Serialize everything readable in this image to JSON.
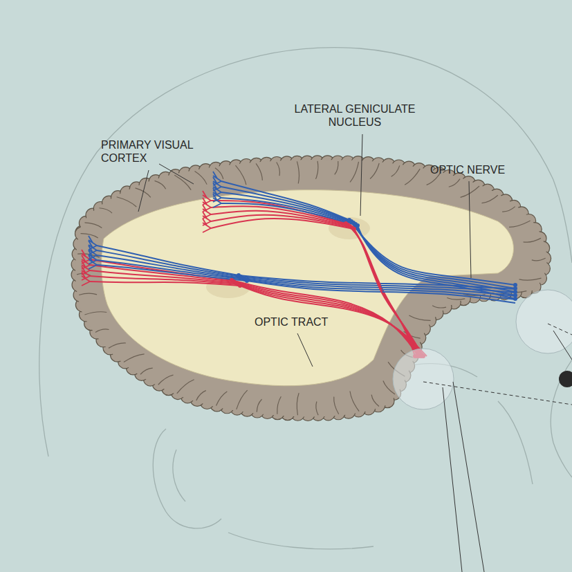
{
  "diagram": {
    "labels": [
      "LATERAL GENICULATE NUCLEUS",
      "PRIMARY VISUAL CORTEX",
      "OPTIC NERVE",
      "OPTIC TRACT"
    ]
  }
}
